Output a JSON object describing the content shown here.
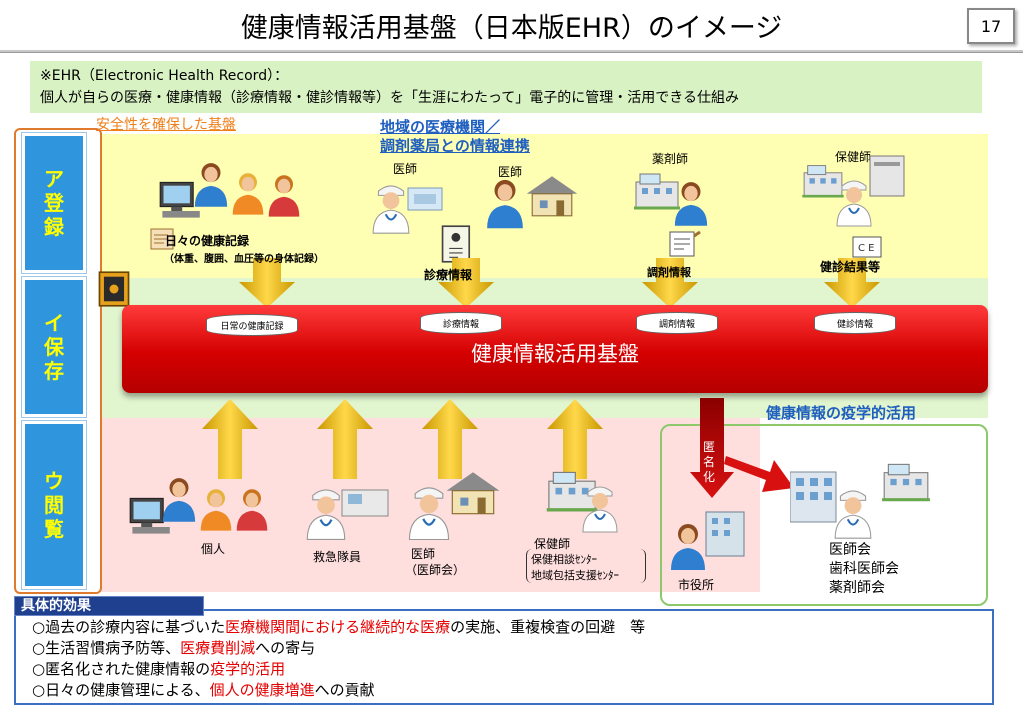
{
  "title": "健康情報活用基盤（日本版EHR）のイメージ",
  "page_number": "17",
  "definition": {
    "line1": "※EHR（Electronic Health Record）：",
    "line2": "個人が自らの医療・健康情報（診療情報・健診情報等）を「生涯にわたって」電子的に管理・活用できる仕組み"
  },
  "security_label": "安全性を確保した基盤",
  "regional_label": {
    "line1": "地域の医療機関／",
    "line2": "調剤薬局との情報連携"
  },
  "side_labels": {
    "register": [
      "ア",
      "登",
      "録"
    ],
    "store": [
      "イ",
      "保",
      "存"
    ],
    "view": [
      "ウ",
      "閲",
      "覧"
    ]
  },
  "top_actors": {
    "doctor1": "医師",
    "doctor2": "医師",
    "pharmacist": "薬剤師",
    "nurse": "保健師"
  },
  "top_flows": {
    "daily_record": "日々の健康記録",
    "daily_record_note": "（体重、腹囲、血圧等の身体記録）",
    "medical_info": "診療情報",
    "dispensing_info": "調剤情報",
    "checkup_results": "健診結果等"
  },
  "platform": {
    "label": "健康情報活用基盤",
    "stores": [
      "日常の健康記録",
      "診療情報",
      "調剤情報",
      "健診情報"
    ]
  },
  "epidemiology_label": "健康情報の疫学的活用",
  "anonymize_label": [
    "匿",
    "名",
    "化"
  ],
  "bottom_actors": {
    "individual": "個人",
    "paramedic": "救急隊員",
    "doctor": "医師",
    "doctor_assoc": "（医師会）",
    "nurse": "保健師",
    "nurse_sub1": "保健相談ｾﾝﾀｰ",
    "nurse_sub2": "地域包括支援ｾﾝﾀｰ",
    "city_hall": "市役所",
    "associations": [
      "医師会",
      "歯科医師会",
      "薬剤師会"
    ]
  },
  "effects": {
    "title": "具体的効果",
    "items": [
      {
        "pre": "○過去の診療内容に基づいた",
        "em": "医療機関間における継続的な医療",
        "post": "の実施、重複検査の回避　等"
      },
      {
        "pre": "○生活習慣病予防等、",
        "em": "医療費削減",
        "post": "への寄与"
      },
      {
        "pre": "○匿名化された健康情報の",
        "em": "疫学的活用",
        "post": ""
      },
      {
        "pre": "○日々の健康管理による、",
        "em": "個人の健康増進",
        "post": "への貢献"
      }
    ]
  },
  "colors": {
    "side_label_bg": "#2f96dd",
    "side_label_text": "#ffff00",
    "platform_red": "#d40000",
    "arrow_gold": "#e0b000",
    "emphasis_red": "#e60000",
    "link_blue": "#1f5fbf"
  }
}
